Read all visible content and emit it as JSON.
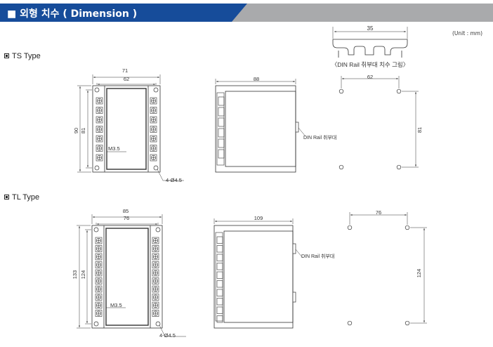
{
  "header": {
    "title": "■ 외형 치수 ( Dimension )"
  },
  "unit": "(Unit : mm)",
  "din_rail": {
    "width_label": "35",
    "caption": "〈DIN Rail 취부대 치수 그림〉"
  },
  "ts": {
    "title": "TS Type",
    "front": {
      "outer_width": "71",
      "inner_width": "62",
      "outer_height": "90",
      "inner_height": "81",
      "screw": "M3.5",
      "holes": "4-Ø4.5"
    },
    "side": {
      "depth": "88",
      "rail_label": "DIN Rail 취부대"
    },
    "mount": {
      "width": "62",
      "height": "81"
    }
  },
  "tl": {
    "title": "TL Type",
    "front": {
      "outer_width": "85",
      "inner_width": "76",
      "outer_height": "133",
      "inner_height": "124",
      "screw": "M3.5",
      "holes": "4-Ø4.5"
    },
    "side": {
      "depth": "109",
      "rail_label": "DIN Rail 취부대"
    },
    "mount": {
      "width": "76",
      "height": "124"
    }
  }
}
